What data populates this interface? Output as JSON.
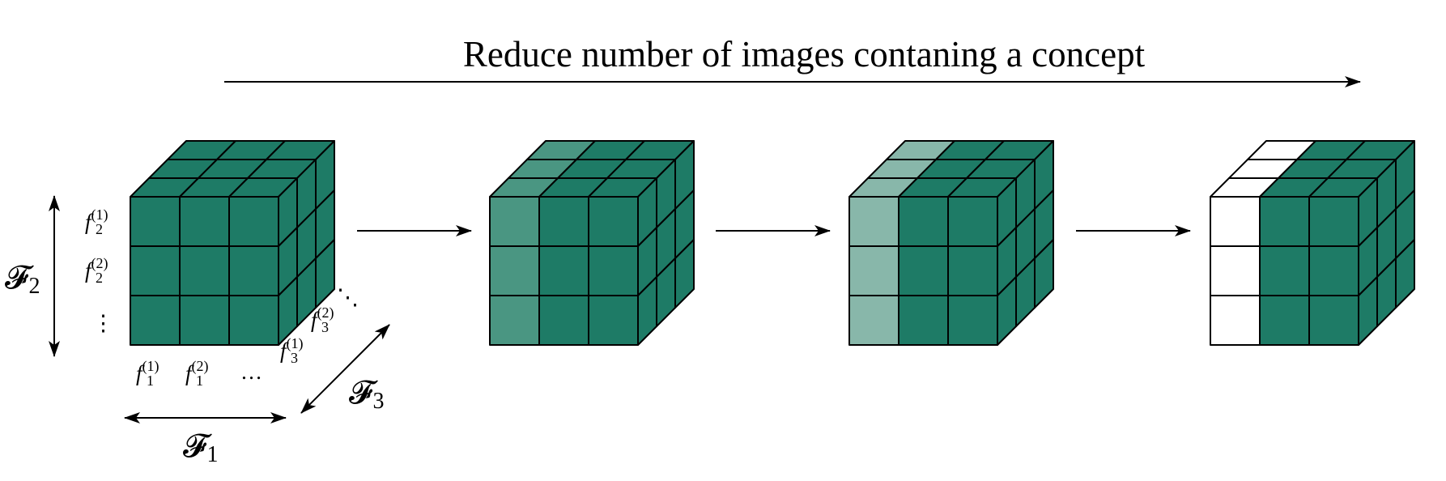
{
  "title": "Reduce number of images contaning a concept",
  "colors": {
    "dark": "#1e7b66",
    "medium": "#4a9682",
    "light": "#88b7aa",
    "empty": "#ffffff",
    "stroke": "#000000"
  },
  "axes": {
    "f1": {
      "symbol": "𝓕",
      "sub": "1"
    },
    "f2": {
      "symbol": "𝓕",
      "sub": "2"
    },
    "f3": {
      "symbol": "𝓕",
      "sub": "3"
    }
  },
  "feature_labels": {
    "f2_1": {
      "base": "f",
      "sub": "2",
      "sup": "(1)"
    },
    "f2_2": {
      "base": "f",
      "sub": "2",
      "sup": "(2)"
    },
    "f1_1": {
      "base": "f",
      "sub": "1",
      "sup": "(1)"
    },
    "f1_2": {
      "base": "f",
      "sub": "1",
      "sup": "(2)"
    },
    "f3_1": {
      "base": "f",
      "sub": "3",
      "sup": "(1)"
    },
    "f3_2": {
      "base": "f",
      "sub": "3",
      "sup": "(2)"
    },
    "ellipsis_h": "…",
    "ellipsis_v": "⋮",
    "ellipsis_d": "⋱"
  },
  "cubes": [
    {
      "name": "cube-1",
      "column_shades": [
        "dark",
        "dark",
        "dark"
      ]
    },
    {
      "name": "cube-2",
      "column_shades": [
        "medium",
        "dark",
        "dark"
      ]
    },
    {
      "name": "cube-3",
      "column_shades": [
        "light",
        "dark",
        "dark"
      ]
    },
    {
      "name": "cube-4",
      "column_shades": [
        "empty",
        "dark",
        "dark"
      ]
    }
  ]
}
